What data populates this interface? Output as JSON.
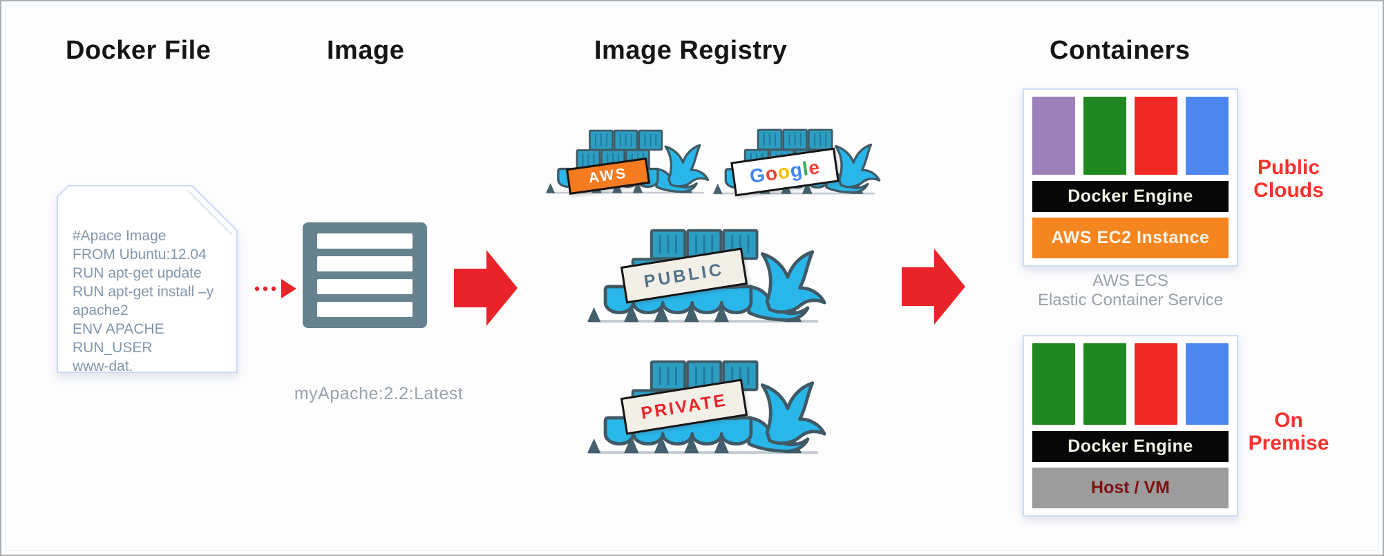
{
  "headers": {
    "docker_file": "Docker File",
    "image": "Image",
    "image_registry": "Image Registry",
    "containers": "Containers"
  },
  "dockerfile": {
    "lines": [
      "#Apace Image",
      "FROM Ubuntu:12.04",
      "RUN apt-get update",
      "RUN apt-get install –y",
      "apache2",
      "ENV APACHE RUN_USER",
      "www-dat."
    ]
  },
  "image": {
    "tag": "myApache:2.2:Latest"
  },
  "registry": {
    "aws_label": "AWS",
    "google_letters": [
      {
        "ch": "G",
        "color": "#4285F4"
      },
      {
        "ch": "o",
        "color": "#EA4335"
      },
      {
        "ch": "o",
        "color": "#FBBC05"
      },
      {
        "ch": "g",
        "color": "#4285F4"
      },
      {
        "ch": "l",
        "color": "#34A853"
      },
      {
        "ch": "e",
        "color": "#EA4335"
      }
    ],
    "public_label": "PUBLIC",
    "private_label": "PRIVATE"
  },
  "containers_panel": {
    "public": {
      "bars": [
        "#9b80ba",
        "#218721",
        "#ee2822",
        "#4e86ef"
      ],
      "engine_label": "Docker Engine",
      "host_label": "AWS EC2 Instance",
      "caption1": "AWS ECS",
      "caption2": "Elastic Container Service",
      "side1": "Public",
      "side2": "Clouds"
    },
    "onprem": {
      "bars": [
        "#218721",
        "#218721",
        "#ee2822",
        "#4e86ef"
      ],
      "engine_label": "Docker Engine",
      "host_label": "Host / VM",
      "side1": "On",
      "side2": "Premise"
    }
  },
  "colors": {
    "arrow_red": "#e8242a",
    "label_red": "#f5332e",
    "whale_blue": "#29b7ea",
    "whale_outline": "#3f5a66",
    "image_icon_slate": "#66828f",
    "aws_banner_orange": "#f47b20"
  }
}
